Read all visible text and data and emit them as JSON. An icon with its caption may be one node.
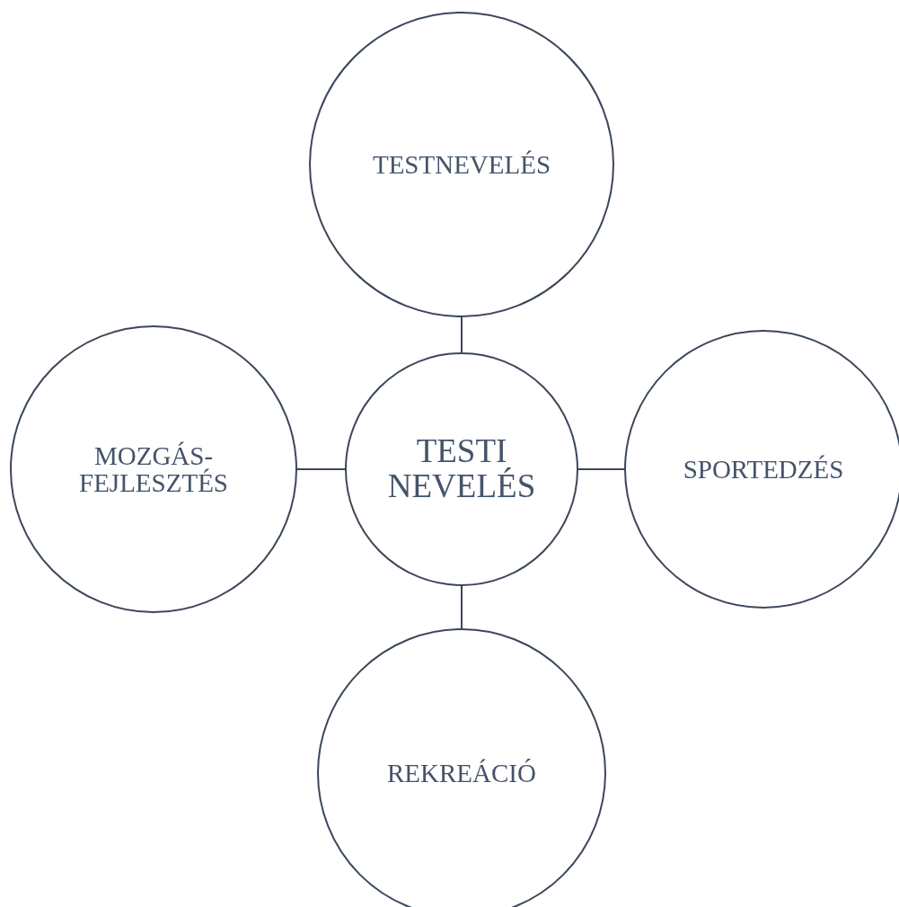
{
  "diagram": {
    "nodes": [
      {
        "text": [
          "TESTNEVELÉS"
        ]
      },
      {
        "text": [
          "MOZGÁS- FEJLESZTÉS"
        ]
      },
      {
        "text": [
          "TESTI NEVELÉS"
        ]
      },
      {
        "text": [
          "SPORTEDZÉS"
        ]
      },
      {
        "text": [
          "REKREÁCIÓ"
        ]
      }
    ],
    "edges": [
      {
        "from": 2,
        "to": 0,
        "arrow": "none"
      },
      {
        "from": 2,
        "to": 1,
        "arrow": "none"
      },
      {
        "from": 2,
        "to": 3,
        "arrow": "none"
      },
      {
        "from": 2,
        "to": 4,
        "arrow": "none"
      }
    ]
  }
}
